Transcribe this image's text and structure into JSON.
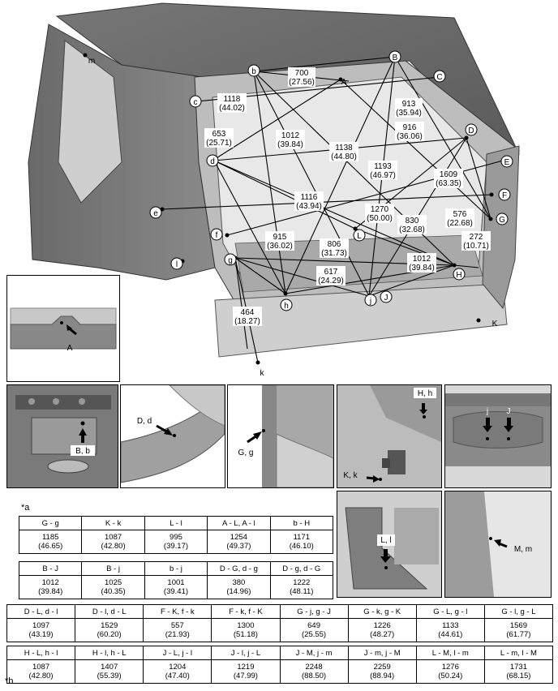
{
  "main_view": {
    "points": [
      "A",
      "B",
      "C",
      "D",
      "E",
      "F",
      "G",
      "H",
      "J",
      "K",
      "b",
      "c",
      "d",
      "e",
      "f",
      "g",
      "h",
      "j",
      "k",
      "l",
      "m",
      "L"
    ],
    "dims": [
      {
        "mm": "700",
        "inch": "(27.56)"
      },
      {
        "mm": "1118",
        "inch": "(44.02)"
      },
      {
        "mm": "913",
        "inch": "(35.94)"
      },
      {
        "mm": "653",
        "inch": "(25.71)"
      },
      {
        "mm": "1012",
        "inch": "(39.84)"
      },
      {
        "mm": "916",
        "inch": "(36.06)"
      },
      {
        "mm": "1138",
        "inch": "(44.80)"
      },
      {
        "mm": "1193",
        "inch": "(46.97)"
      },
      {
        "mm": "1609",
        "inch": "(63.35)"
      },
      {
        "mm": "1116",
        "inch": "(43.94)"
      },
      {
        "mm": "1270",
        "inch": "(50.00)"
      },
      {
        "mm": "576",
        "inch": "(22.68)"
      },
      {
        "mm": "830",
        "inch": "(32.68)"
      },
      {
        "mm": "272",
        "inch": "(10.71)"
      },
      {
        "mm": "915",
        "inch": "(36.02)"
      },
      {
        "mm": "806",
        "inch": "(31.73)"
      },
      {
        "mm": "1012",
        "inch": "(39.84)"
      },
      {
        "mm": "617",
        "inch": "(24.29)"
      },
      {
        "mm": "464",
        "inch": "(18.27)"
      }
    ]
  },
  "details": {
    "a": "A",
    "bb": "B, b",
    "dd": "D, d",
    "gg": "G, g",
    "hh": "H, h",
    "kk": "K, k",
    "j1": "j",
    "j2": "J",
    "ll": "L, l",
    "mm": "M, m"
  },
  "notes": {
    "a": "*a",
    "b": "*b"
  },
  "tables": [
    {
      "headers": [
        "G - g",
        "K - k",
        "L - l",
        "A - L, A - l",
        "b - H"
      ],
      "values": [
        "1185\n(46.65)",
        "1087\n(42.80)",
        "995\n(39.17)",
        "1254\n(49.37)",
        "1171\n(46.10)"
      ]
    },
    {
      "headers": [
        "B - J",
        "B - j",
        "b - j",
        "D - G, d - g",
        "D - g, d - G"
      ],
      "values": [
        "1012\n(39.84)",
        "1025\n(40.35)",
        "1001\n(39.41)",
        "380\n(14.96)",
        "1222\n(48.11)"
      ]
    },
    {
      "headers": [
        "D - L, d - l",
        "D - l, d - L",
        "F - K, f - k",
        "F - k, f - K",
        "G - j, g - J",
        "G - k, g - K",
        "G - L, g - l",
        "G - l, g - L"
      ],
      "values": [
        "1097\n(43.19)",
        "1529\n(60.20)",
        "557\n(21.93)",
        "1300\n(51.18)",
        "649\n(25.55)",
        "1226\n(48.27)",
        "1133\n(44.61)",
        "1569\n(61.77)"
      ]
    },
    {
      "headers": [
        "H - L, h - l",
        "H - l, h - L",
        "J - L, j - l",
        "J - l, j - L",
        "J - M, j - m",
        "J - m, j - M",
        "L - M, l - m",
        "L - m, l - M"
      ],
      "values": [
        "1087\n(42.80)",
        "1407\n(55.39)",
        "1204\n(47.40)",
        "1219\n(47.99)",
        "2248\n(88.50)",
        "2259\n(88.94)",
        "1276\n(50.24)",
        "1731\n(68.15)"
      ]
    }
  ]
}
